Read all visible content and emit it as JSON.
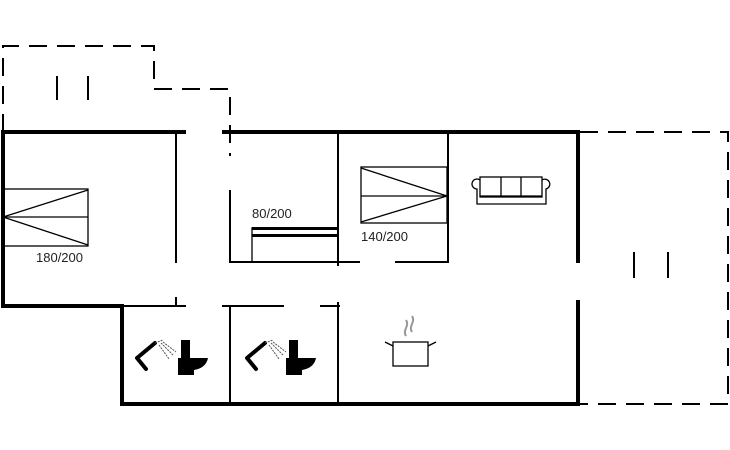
{
  "plan": {
    "beds": [
      {
        "label": "180/200"
      },
      {
        "label": "80/200"
      },
      {
        "label": "140/200"
      }
    ],
    "icons": [
      "sofa-icon",
      "cooking-pot-icon",
      "shower-icon",
      "toilet-icon"
    ],
    "colors": {
      "wall": "#000000",
      "steam": "#999999"
    }
  }
}
